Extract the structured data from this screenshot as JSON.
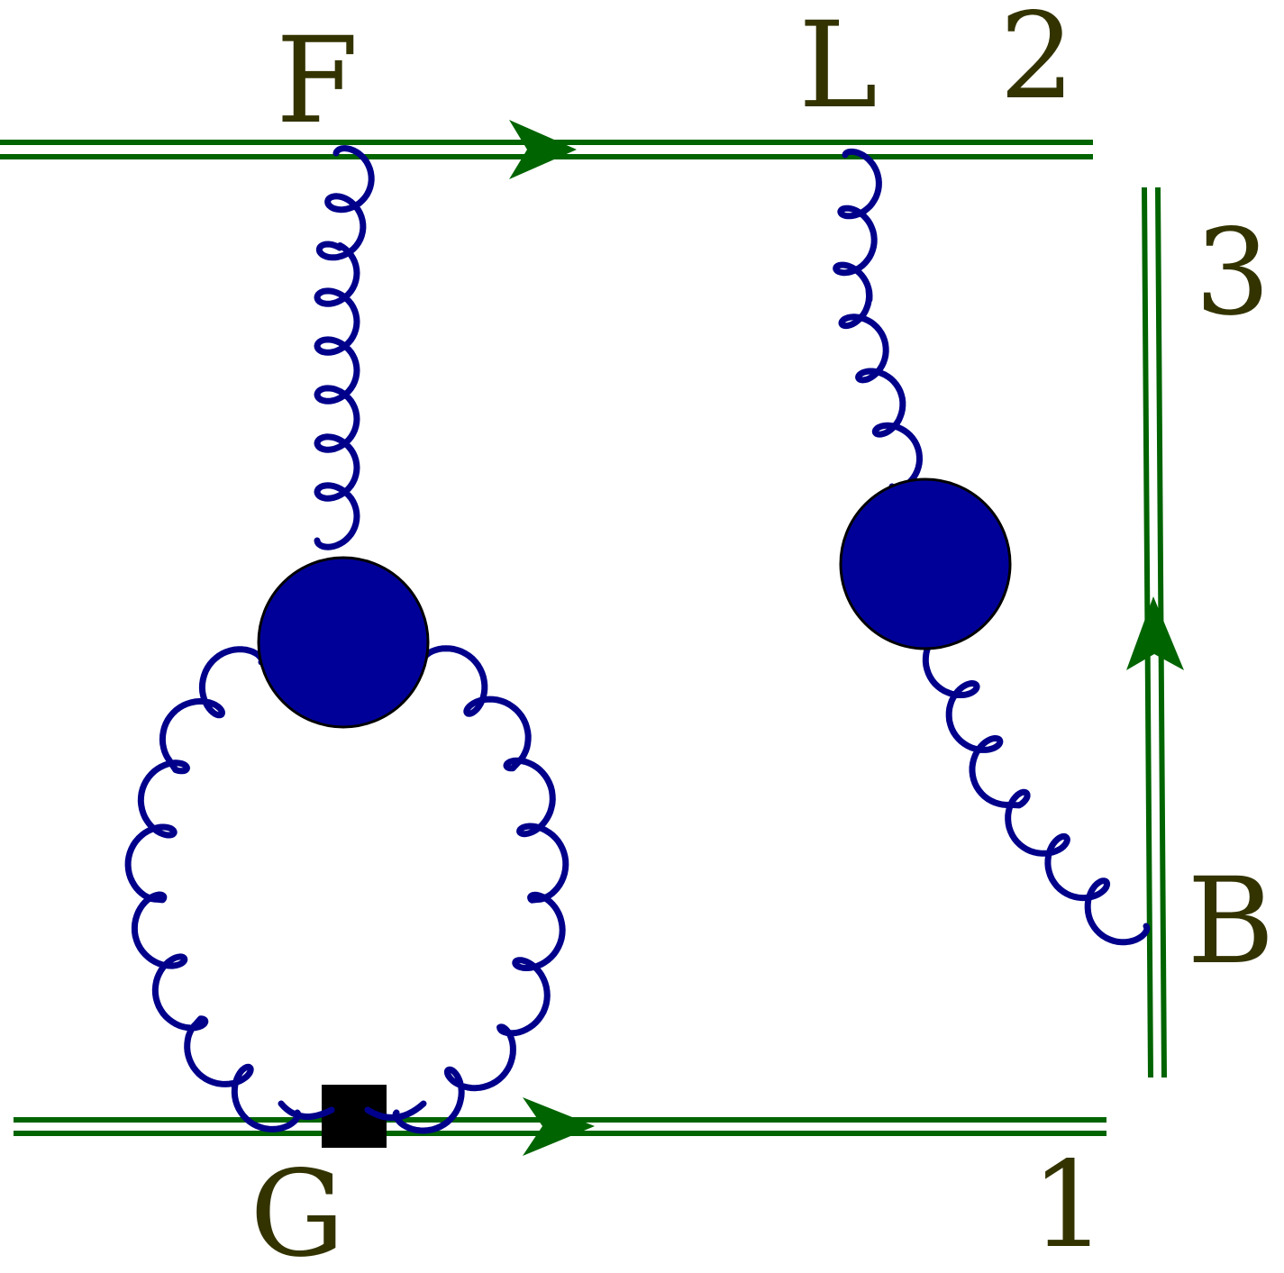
{
  "labels": {
    "F": "F",
    "L": "L",
    "two": "2",
    "three": "3",
    "B": "B",
    "G": "G",
    "one": "1"
  },
  "colors": {
    "wilson_line": "#006400",
    "gluon": "#00008B",
    "blob": "#000099",
    "vertex": "#000000",
    "label": "#333300"
  }
}
